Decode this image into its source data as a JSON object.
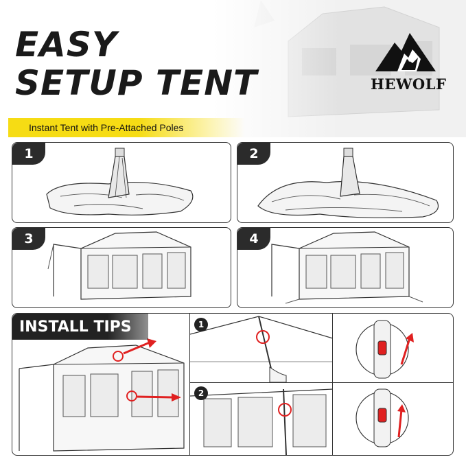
{
  "header": {
    "title_line1": "EASY",
    "title_line2": "SETUP TENT",
    "subtitle": "Instant Tent with Pre-Attached Poles"
  },
  "brand": {
    "name": "HEWOLF",
    "logo_icon": "wolf-mountain-logo-icon"
  },
  "steps": [
    {
      "number": "1"
    },
    {
      "number": "2"
    },
    {
      "number": "3"
    },
    {
      "number": "4"
    }
  ],
  "tips": {
    "label": "INSTALL TIPS",
    "detail_numbers": [
      "1",
      "2"
    ]
  },
  "colors": {
    "accent_yellow": "#f6dc14",
    "highlight_red": "#e02020",
    "dark": "#2b2b2b"
  }
}
